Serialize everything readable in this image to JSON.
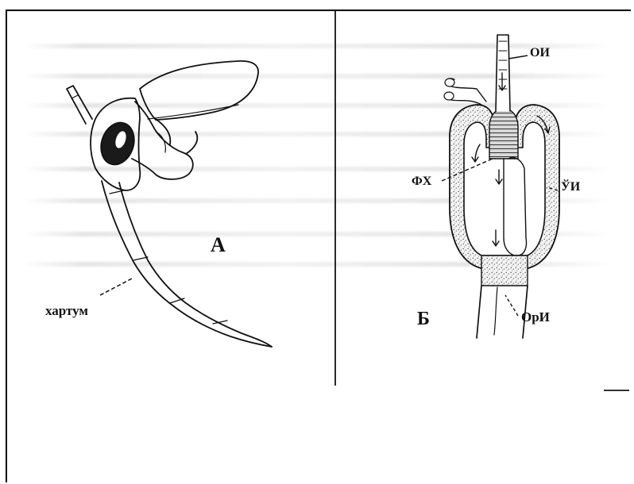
{
  "figure_a": {
    "letter": "А",
    "proboscis_label": "хартум"
  },
  "figure_b": {
    "letter": "Б",
    "labels": {
      "oi": "ОИ",
      "fx": "ФХ",
      "ui": "ЎИ",
      "ori": "ОрИ"
    }
  }
}
